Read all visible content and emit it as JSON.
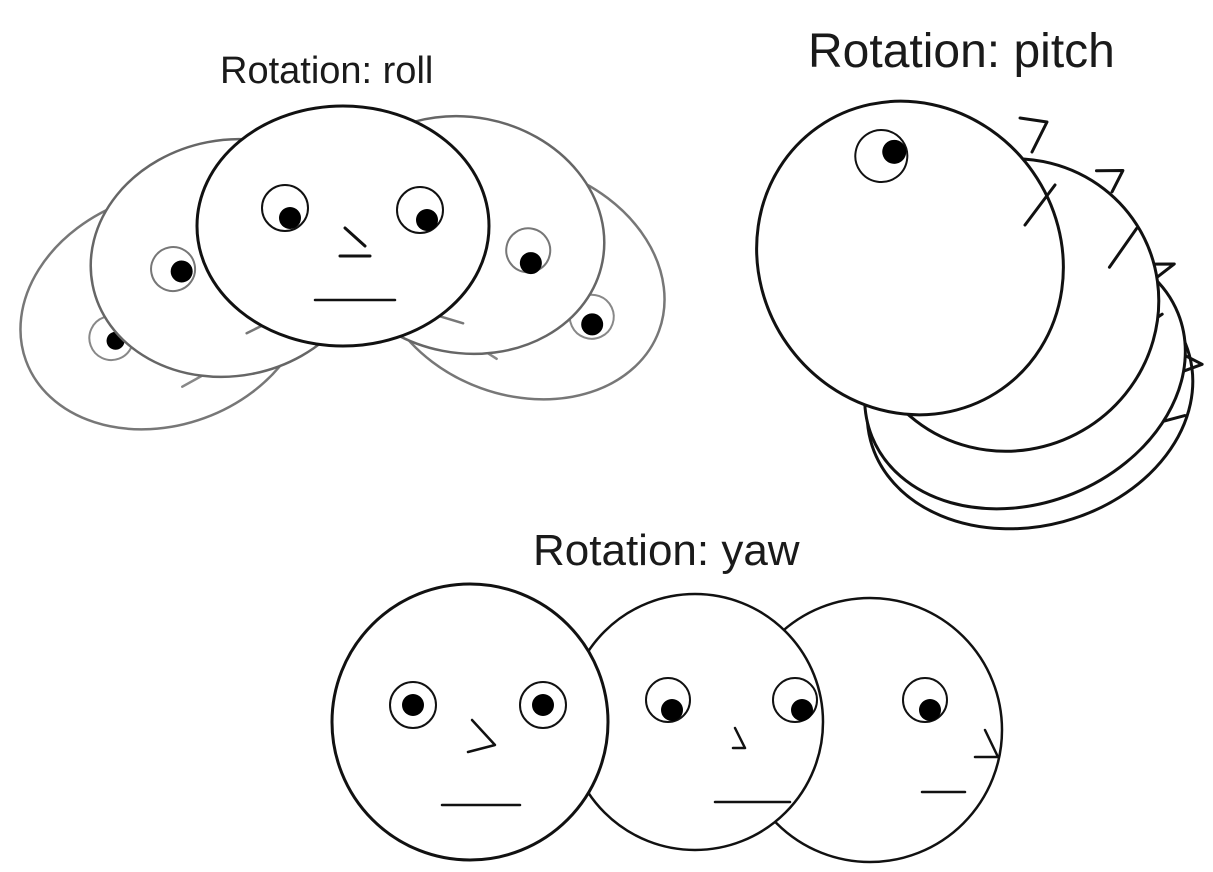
{
  "diagram": {
    "panels": [
      {
        "id": "roll",
        "title": "Rotation: roll"
      },
      {
        "id": "pitch",
        "title": "Rotation: pitch"
      },
      {
        "id": "yaw",
        "title": "Rotation: yaw"
      }
    ],
    "colors": {
      "outline": "#111111",
      "faded_outline": "#6e6e6e",
      "pupil": "#000000",
      "background": "#ffffff"
    }
  }
}
